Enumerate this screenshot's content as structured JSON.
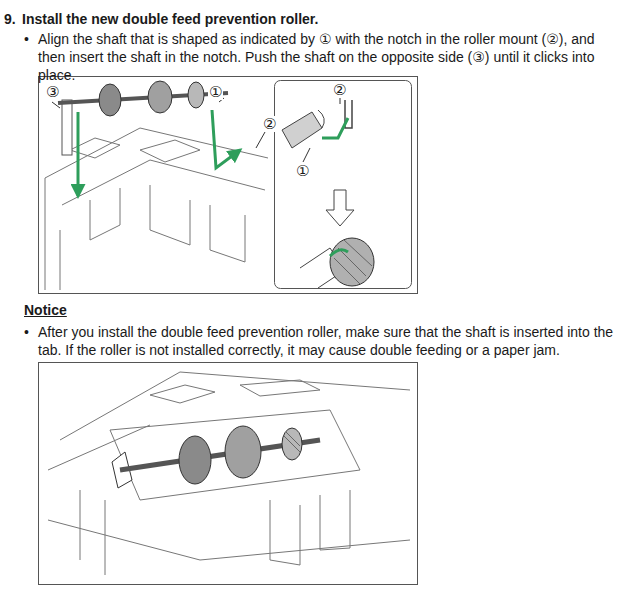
{
  "diagram": {
    "labels": [
      "9.",
      "Install the new double feed prevention roller.",
      "•",
      "Align the shaft that is shaped as indicated by ① with the notch in the roller mount (②), and then insert the shaft in the notch. Push the shaft on the opposite side (③) until it clicks into place.",
      "③",
      "①",
      "②",
      "②",
      "①",
      "Notice",
      "•",
      "After you install the double feed prevention roller, make sure that the shaft is inserted into the tab. If the roller is not installed correctly, it may cause double feeding or a paper jam."
    ]
  }
}
